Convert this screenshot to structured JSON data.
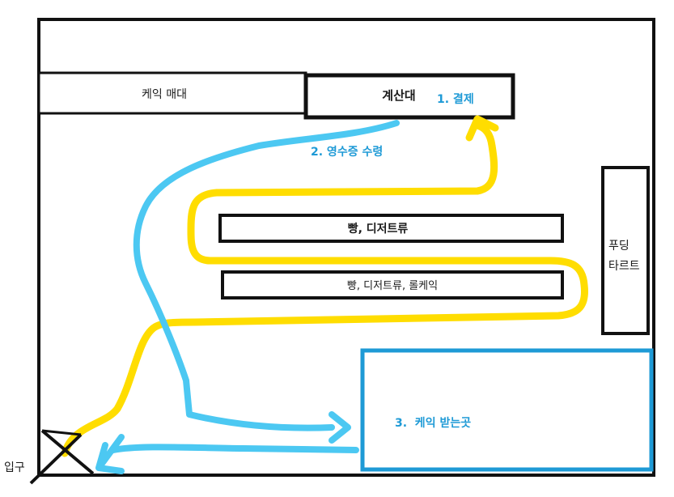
{
  "labels": {
    "cake_counter": "케익 매대",
    "checkout_counter": "계산대",
    "step_payment": "1. 결제",
    "step_receipt": "2. 영수증 수령",
    "shelf_top": "빵, 디저트류",
    "shelf_bottom": "빵, 디저트류, 롤케익",
    "pudding_line1": "푸딩",
    "pudding_line2": "타르트",
    "step_pickup": "3.  케익 받는곳",
    "entrance": "입구"
  },
  "colors": {
    "wall": "#111111",
    "customer_path": "#ffdd00",
    "staff_path": "#4cc8f2",
    "pickup_box": "#1e9ad6",
    "step_text": "#1e9ad6"
  },
  "icons": {
    "entrance_marker": "x-mark-icon"
  }
}
